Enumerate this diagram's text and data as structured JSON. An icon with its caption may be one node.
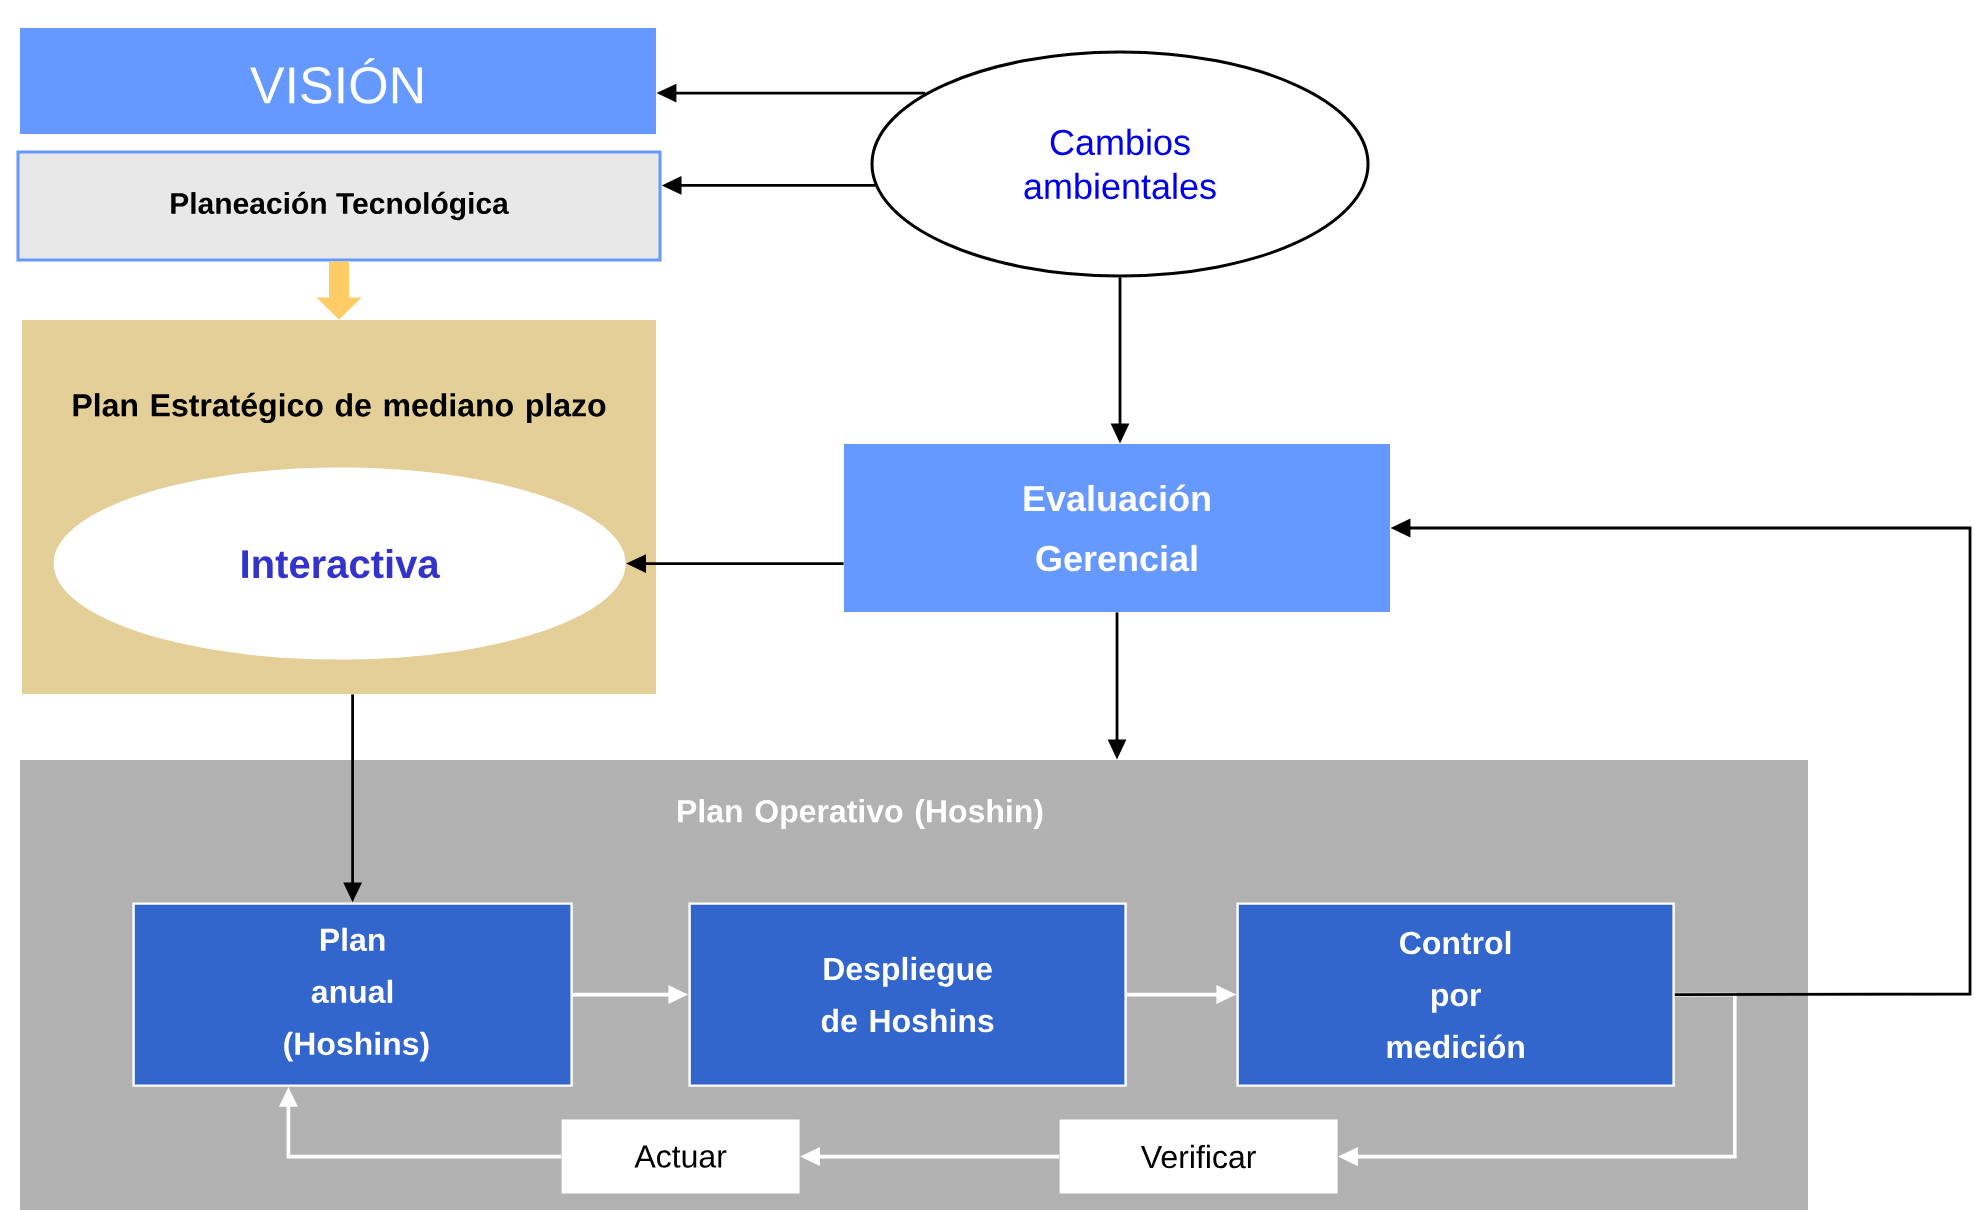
{
  "diagram": {
    "nodes": [
      {
        "text": [
          "VISIÓN"
        ]
      },
      {
        "text": [
          "Planeación Tecnológica"
        ]
      },
      {
        "text": [
          "Cambios ambientales"
        ]
      },
      {
        "text": [
          "Plan Estratégico de mediano plazo"
        ]
      },
      {
        "text": [
          "Interactiva"
        ],
        "in": 3
      },
      {
        "text": [
          "Evaluación Gerencial"
        ]
      },
      {
        "text": [
          "Plan Operativo  (Hoshin)"
        ]
      },
      {
        "text": [
          "Plan anual (Hoshins)"
        ],
        "in": 6
      },
      {
        "text": [
          "Despliegue de Hoshins"
        ],
        "in": 6
      },
      {
        "text": [
          "Control por medición"
        ],
        "in": 6
      },
      {
        "text": [
          "Actuar"
        ],
        "in": 6
      },
      {
        "text": [
          "Verificar"
        ],
        "in": 6
      }
    ],
    "edges": [
      {
        "from": 2,
        "to": 0,
        "arrow": "to"
      },
      {
        "from": 2,
        "to": 1,
        "arrow": "to"
      },
      {
        "from": 1,
        "to": 3,
        "arrow": "to",
        "style": "thick",
        "color": "#ffcc66"
      },
      {
        "from": 2,
        "to": 5,
        "arrow": "to"
      },
      {
        "from": 5,
        "to": 4,
        "arrow": "to"
      },
      {
        "from": 5,
        "to": 6,
        "arrow": "to"
      },
      {
        "from": 3,
        "to": 7,
        "arrow": "to"
      },
      {
        "from": 7,
        "to": 8,
        "arrow": "to",
        "color": "#ffffff"
      },
      {
        "from": 8,
        "to": 9,
        "arrow": "to",
        "color": "#ffffff"
      },
      {
        "from": 9,
        "to": 11,
        "arrow": "to",
        "color": "#ffffff"
      },
      {
        "from": 11,
        "to": 10,
        "arrow": "to",
        "color": "#ffffff"
      },
      {
        "from": 10,
        "to": 7,
        "arrow": "to",
        "color": "#ffffff"
      },
      {
        "from": 9,
        "to": 5,
        "arrow": "to"
      }
    ]
  }
}
